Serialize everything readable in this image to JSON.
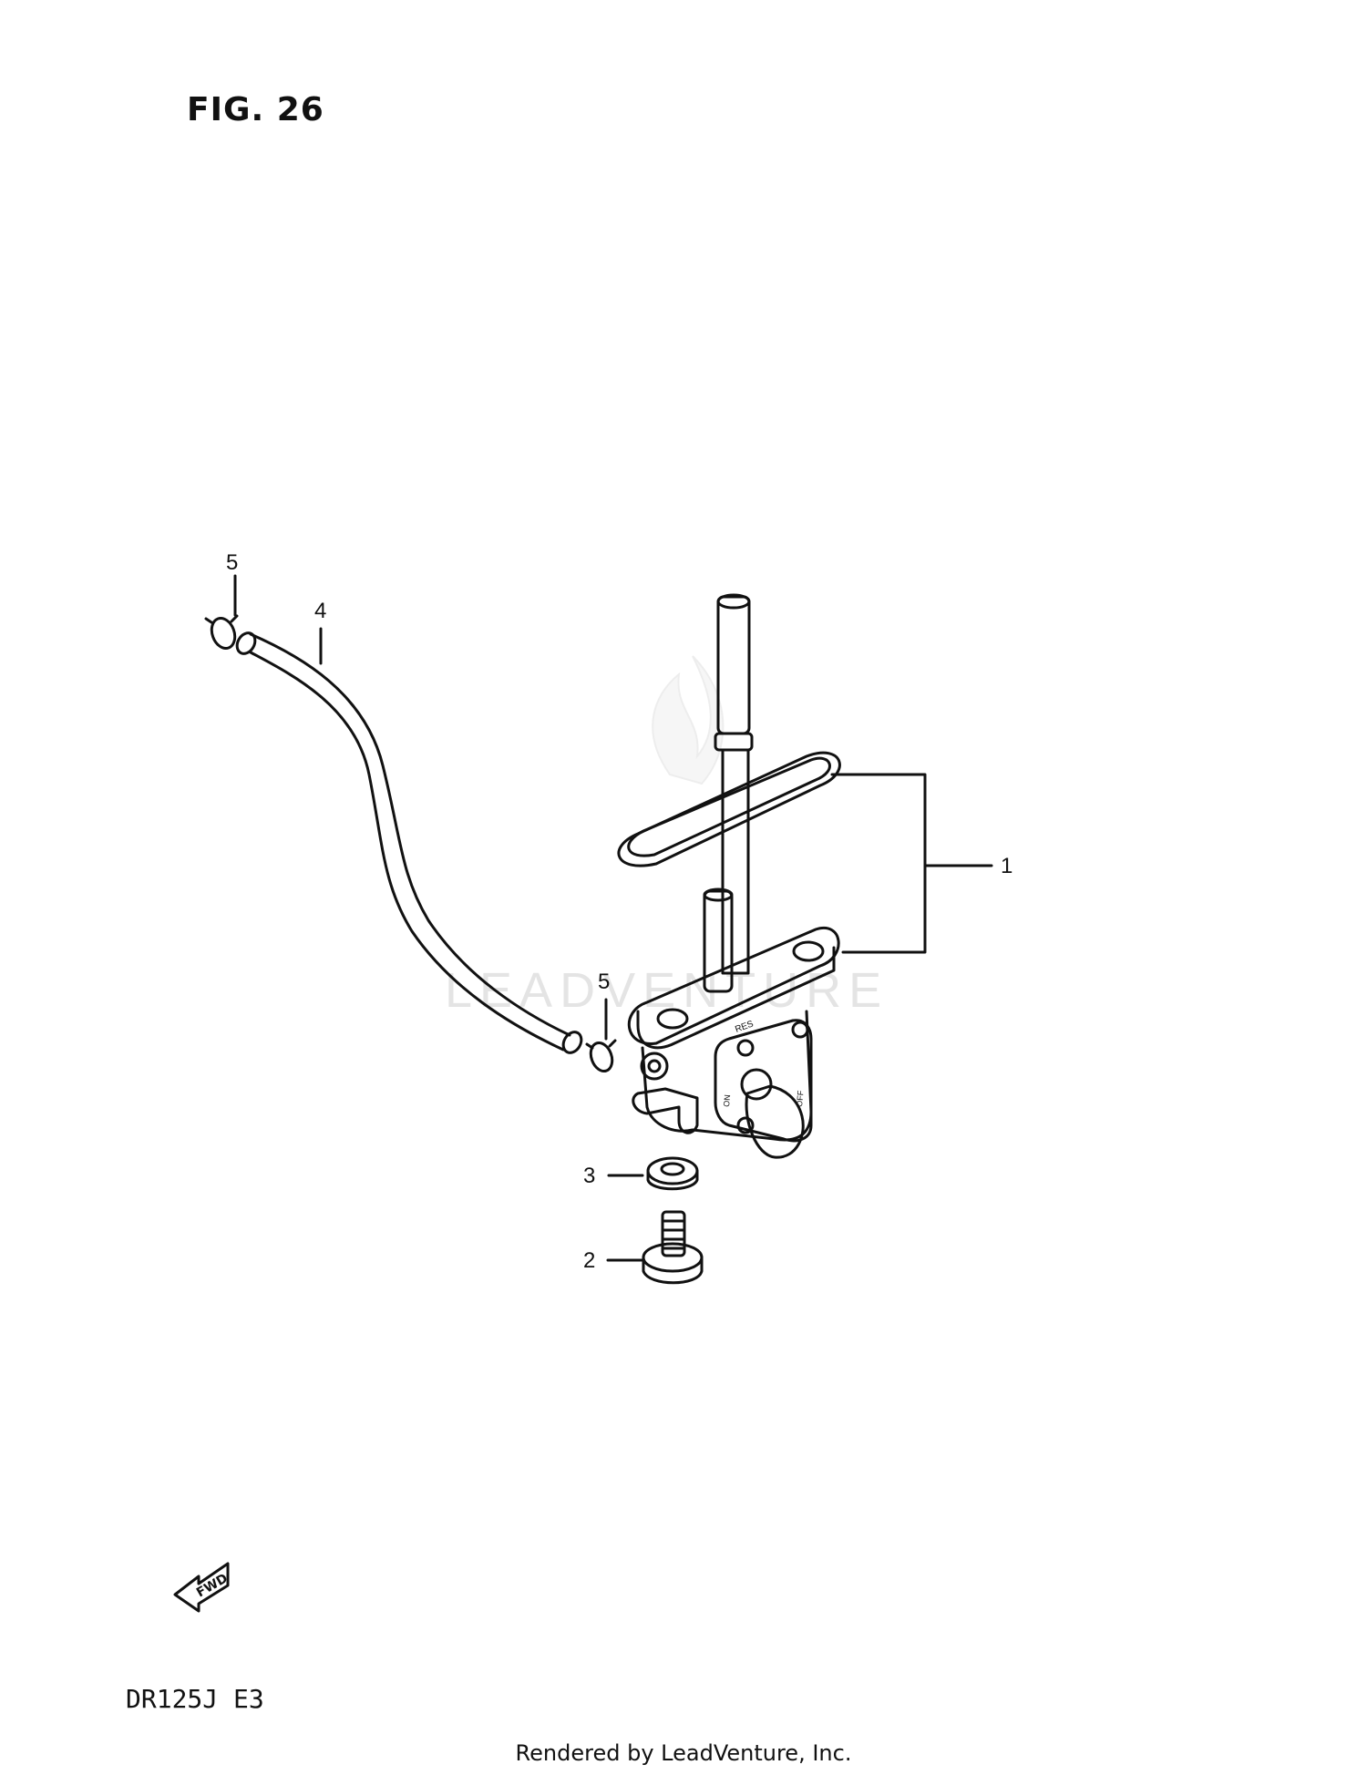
{
  "figure": {
    "title": "FIG. 26",
    "model_code": "DR125J  E3"
  },
  "callouts": [
    {
      "id": "1",
      "label": "1"
    },
    {
      "id": "2",
      "label": "2"
    },
    {
      "id": "3",
      "label": "3"
    },
    {
      "id": "4",
      "label": "4"
    },
    {
      "id": "5a",
      "label": "5"
    },
    {
      "id": "5b",
      "label": "5"
    }
  ],
  "valve_markings": {
    "res": "RES",
    "on": "ON",
    "off": "OFF"
  },
  "fwd_arrow": {
    "label": "FWD"
  },
  "watermark": {
    "text": "LEADVENTURE"
  },
  "footer": {
    "credit": "Rendered by LeadVenture, Inc."
  }
}
